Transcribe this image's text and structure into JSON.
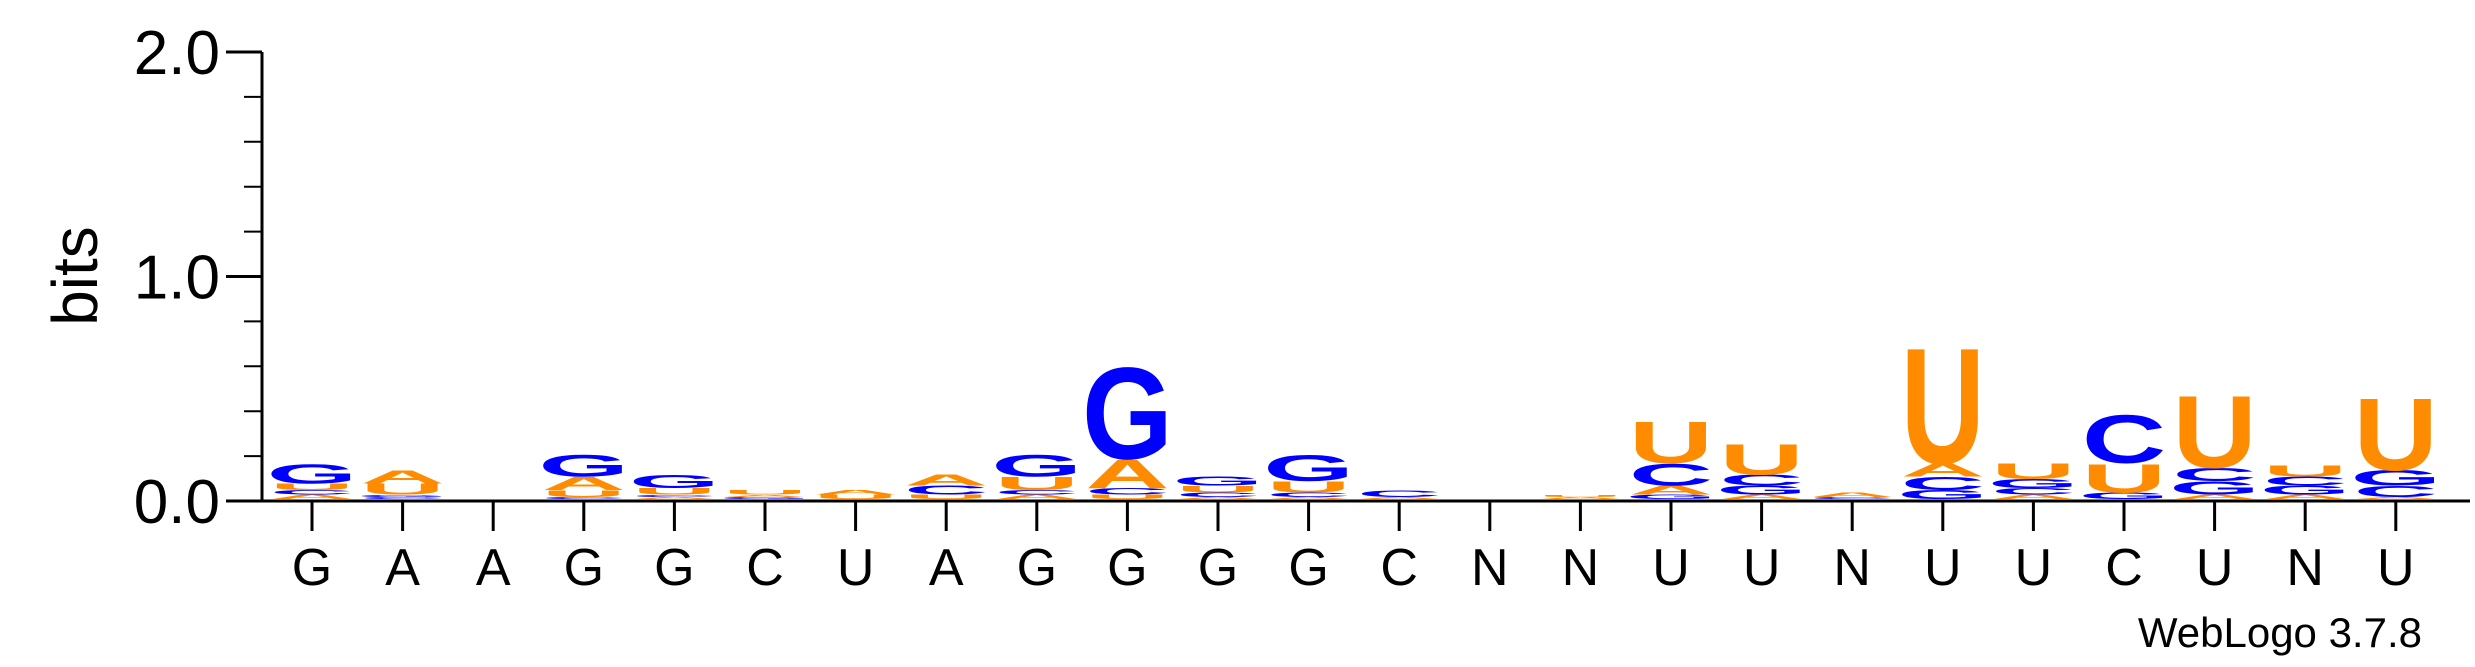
{
  "chart_data": {
    "type": "sequence-logo",
    "ylabel": "bits",
    "ylim": [
      0,
      2.0
    ],
    "yticks": [
      "0.0",
      "1.0",
      "2.0"
    ],
    "y_tick_values": [
      0,
      1,
      2
    ],
    "positions": [
      "G",
      "A",
      "A",
      "G",
      "G",
      "C",
      "U",
      "A",
      "G",
      "G",
      "G",
      "G",
      "C",
      "N",
      "N",
      "U",
      "U",
      "N",
      "U",
      "U",
      "C",
      "U",
      "N",
      "U"
    ],
    "colors": {
      "G": "#0000ff",
      "C": "#0000ff",
      "A": "#ff8c00",
      "U": "#ff8c00"
    },
    "stacks": [
      [
        [
          "A",
          0.02
        ],
        [
          "C",
          0.02
        ],
        [
          "U",
          0.03
        ],
        [
          "G",
          0.09
        ]
      ],
      [
        [
          "C",
          0.01
        ],
        [
          "G",
          0.01
        ],
        [
          "U",
          0.05
        ],
        [
          "A",
          0.06
        ]
      ],
      [],
      [
        [
          "C",
          0.01
        ],
        [
          "U",
          0.03
        ],
        [
          "A",
          0.06
        ],
        [
          "G",
          0.1
        ]
      ],
      [
        [
          "A",
          0.01
        ],
        [
          "C",
          0.01
        ],
        [
          "U",
          0.03
        ],
        [
          "G",
          0.06
        ]
      ],
      [
        [
          "G",
          0.01
        ],
        [
          "A",
          0.01
        ],
        [
          "U",
          0.02
        ]
      ],
      [
        [
          "U",
          0.02
        ],
        [
          "A",
          0.02
        ]
      ],
      [
        [
          "U",
          0.02
        ],
        [
          "C",
          0.04
        ],
        [
          "A",
          0.05
        ]
      ],
      [
        [
          "A",
          0.02
        ],
        [
          "C",
          0.02
        ],
        [
          "U",
          0.06
        ],
        [
          "G",
          0.1
        ]
      ],
      [
        [
          "U",
          0.02
        ],
        [
          "C",
          0.03
        ],
        [
          "A",
          0.13
        ],
        [
          "G",
          0.42
        ]
      ],
      [
        [
          "A",
          0.01
        ],
        [
          "C",
          0.02
        ],
        [
          "U",
          0.03
        ],
        [
          "G",
          0.04
        ]
      ],
      [
        [
          "A",
          0.01
        ],
        [
          "C",
          0.02
        ],
        [
          "U",
          0.05
        ],
        [
          "G",
          0.12
        ]
      ],
      [
        [
          "A",
          0.01
        ],
        [
          "C",
          0.03
        ]
      ],
      [],
      [
        [
          "A",
          0.01
        ],
        [
          "U",
          0.01
        ]
      ],
      [
        [
          "G",
          0.02
        ],
        [
          "A",
          0.04
        ],
        [
          "C",
          0.1
        ],
        [
          "U",
          0.19
        ]
      ],
      [
        [
          "A",
          0.02
        ],
        [
          "G",
          0.04
        ],
        [
          "C",
          0.05
        ],
        [
          "U",
          0.14
        ]
      ],
      [
        [
          "C",
          0.01
        ],
        [
          "A",
          0.02
        ]
      ],
      [
        [
          "G",
          0.04
        ],
        [
          "C",
          0.06
        ],
        [
          "A",
          0.06
        ],
        [
          "U",
          0.53
        ]
      ],
      [
        [
          "A",
          0.02
        ],
        [
          "C",
          0.03
        ],
        [
          "G",
          0.04
        ],
        [
          "U",
          0.07
        ]
      ],
      [
        [
          "G",
          0.03
        ],
        [
          "U",
          0.13
        ],
        [
          "C",
          0.22
        ]
      ],
      [
        [
          "A",
          0.02
        ],
        [
          "G",
          0.06
        ],
        [
          "C",
          0.06
        ],
        [
          "U",
          0.33
        ]
      ],
      [
        [
          "A",
          0.02
        ],
        [
          "G",
          0.04
        ],
        [
          "C",
          0.04
        ],
        [
          "U",
          0.05
        ]
      ],
      [
        [
          "A",
          0.01
        ],
        [
          "C",
          0.05
        ],
        [
          "G",
          0.07
        ],
        [
          "U",
          0.33
        ]
      ]
    ],
    "watermark": "WebLogo 3.7.8"
  }
}
